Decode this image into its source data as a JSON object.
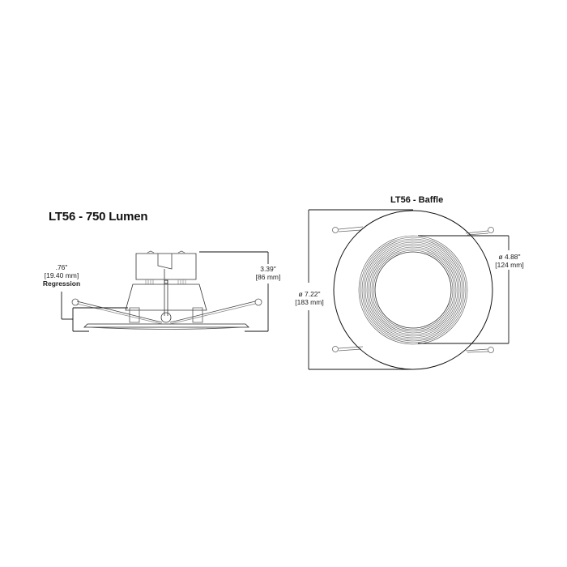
{
  "side_view": {
    "title": "LT56 - 750 Lumen",
    "regression": {
      "inches": ".76\"",
      "mm": "[19.40 mm]",
      "label": "Regression"
    },
    "height": {
      "inches": "3.39\"",
      "mm": "[86 mm]"
    }
  },
  "top_view": {
    "title": "LT56 - Baffle",
    "outer_diameter": {
      "inches": "ø 7.22\"",
      "mm": "[183 mm]"
    },
    "inner_diameter": {
      "inches": "ø 4.88\"",
      "mm": "[124 mm]"
    }
  },
  "colors": {
    "line": "#111111",
    "detail": "#555555",
    "background": "#ffffff"
  }
}
